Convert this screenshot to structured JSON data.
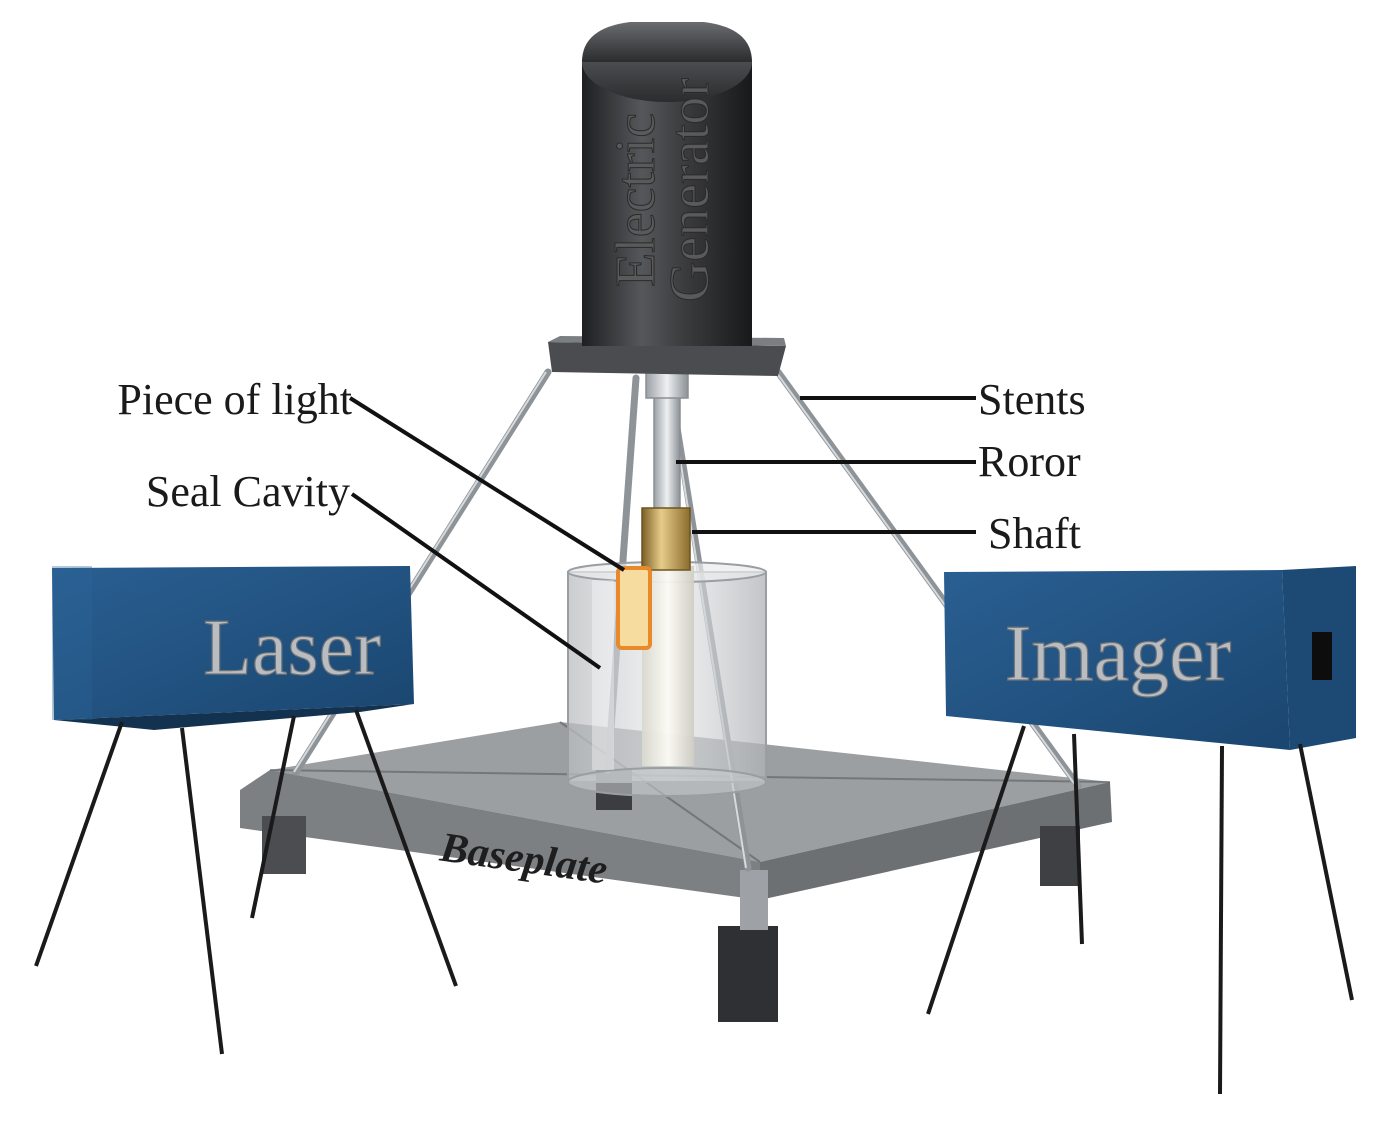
{
  "labels": {
    "generator_line1": "Electric",
    "generator_line2": "Generator",
    "piece_of_light": "Piece of light",
    "seal_cavity": "Seal Cavity",
    "stents": "Stents",
    "roror": "Roror",
    "shaft": "Shaft",
    "laser": "Laser",
    "imager": "Imager",
    "baseplate": "Baseplate"
  },
  "colors": {
    "generator": "#3a3b3d",
    "box_blue": "#1f4e79",
    "box_blue_dark": "#163a5c",
    "shaft_gold": "#c9a65a",
    "light_piece": "#f0c078",
    "light_outline": "#e08a2a",
    "baseplate": "#7a7d80"
  }
}
